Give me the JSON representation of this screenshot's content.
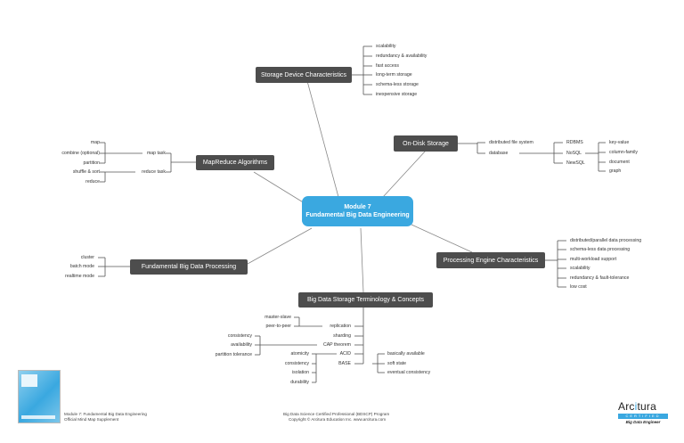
{
  "center": {
    "line1": "Module 7",
    "line2": "Fundamental Big Data Engineering"
  },
  "branches": {
    "storage_device": {
      "title": "Storage Device Characteristics",
      "items": [
        "scalability",
        "redundancy & availability",
        "fast access",
        "long-term storage",
        "schema-less storage",
        "inexpensive storage"
      ]
    },
    "on_disk": {
      "title": "On-Disk Storage",
      "items": [
        "distributed file system",
        "database"
      ],
      "database": {
        "items": [
          "RDBMS",
          "NoSQL",
          "NewSQL"
        ],
        "nosql": [
          "key-value",
          "column-family",
          "document",
          "graph"
        ]
      }
    },
    "mapreduce": {
      "title": "MapReduce Algorithms",
      "map_task": {
        "label": "map task",
        "items": [
          "map",
          "combine (optional)",
          "partition"
        ]
      },
      "reduce_task": {
        "label": "reduce task",
        "items": [
          "shuffle & sort",
          "reduce"
        ]
      }
    },
    "processing_engine": {
      "title": "Processing Engine Characteristics",
      "items": [
        "distributed/parallel data processing",
        "schema-less data processing",
        "multi-workload support",
        "scalability",
        "redundancy & fault-tolerance",
        "low cost"
      ]
    },
    "fundamental": {
      "title": "Fundamental Big Data Processing",
      "items": [
        "cluster",
        "batch mode",
        "realtime mode"
      ]
    },
    "terminology": {
      "title": "Big Data Storage Terminology & Concepts",
      "items": [
        "replication",
        "sharding",
        "CAP theorem",
        "ACID",
        "BASE"
      ],
      "replication": [
        "master-slave",
        "peer-to-peer"
      ],
      "cap": [
        "consistency",
        "availability",
        "partition tolerance"
      ],
      "acid": [
        "atomicity",
        "consistency",
        "isolation",
        "durability"
      ],
      "base": [
        "basically available",
        "soft state",
        "eventual consistency"
      ]
    }
  },
  "footer": {
    "left_line1": "Module 7: Fundamental Big Data Engineering",
    "left_line2": "Official Mind Map Supplement",
    "center_line1": "Big Data Science Certified Professional (BDSCP) Program",
    "center_line2": "Copyright © Arcitura Education Inc. www.arcitura.com"
  },
  "logo": {
    "word_a": "Arc",
    "word_b": "i",
    "word_c": "tura",
    "strip": "CERTIFIED",
    "tag": "Big Data Engineer"
  },
  "colors": {
    "box": "#4d4d4d",
    "center": "#3aa8e0",
    "line": "#666666"
  }
}
